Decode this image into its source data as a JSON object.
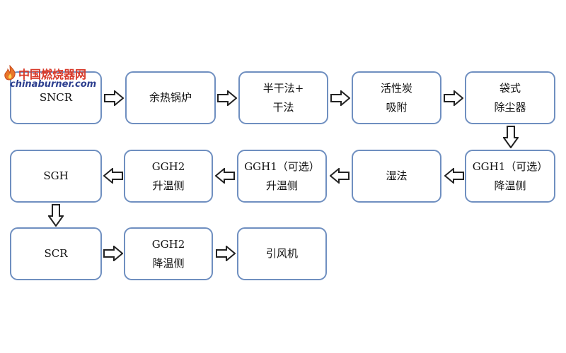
{
  "watermark": {
    "line1": "中国燃烧器网",
    "line2": "chinaburner.com"
  },
  "colors": {
    "box_border": "#6f8fc0",
    "arrow_stroke": "#222222",
    "watermark_red": "#d83a2a",
    "watermark_blue": "#2d3f8f"
  },
  "nodes": {
    "sncr": [
      "SNCR"
    ],
    "waste_heat_boiler": [
      "余热锅炉"
    ],
    "semi_dry_dry": [
      "半干法+",
      "干法"
    ],
    "activated_carbon": [
      "活性炭",
      "吸附"
    ],
    "bag_filter": [
      "袋式",
      "除尘器"
    ],
    "sgh": [
      "SGH"
    ],
    "ggh2_heat": [
      "GGH2",
      "升温侧"
    ],
    "ggh1_heat": [
      "GGH1（可选）",
      "升温侧"
    ],
    "wet_method": [
      "湿法"
    ],
    "ggh1_cool": [
      "GGH1（可选）",
      "降温侧"
    ],
    "scr": [
      "SCR"
    ],
    "ggh2_cool": [
      "GGH2",
      "降温侧"
    ],
    "induced_fan": [
      "引风机"
    ]
  }
}
